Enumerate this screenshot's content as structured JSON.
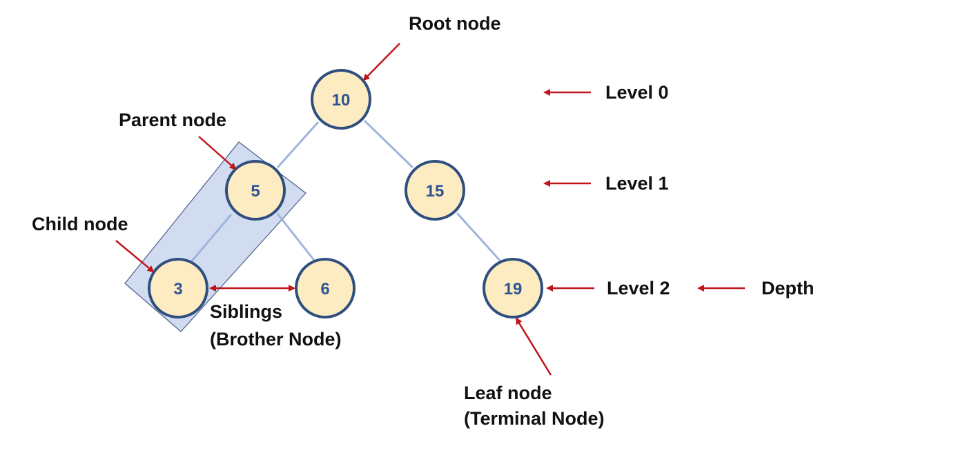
{
  "colors": {
    "node_fill": "#fdebc2",
    "node_stroke": "#2f4f7f",
    "node_text": "#2e5494",
    "edge": "#9fb5dc",
    "arrow": "#c0141c",
    "highlight_fill": "#c9d6ee",
    "highlight_stroke": "#4a5f8a",
    "label": "#111111"
  },
  "nodes": {
    "n10": "10",
    "n5": "5",
    "n15": "15",
    "n3": "3",
    "n6": "6",
    "n19": "19"
  },
  "labels": {
    "root": "Root node",
    "parent": "Parent node",
    "child": "Child node",
    "siblings": "Siblings",
    "siblings_sub": "(Brother Node)",
    "leaf": "Leaf node",
    "leaf_sub": "(Terminal Node)",
    "level0": "Level 0",
    "level1": "Level 1",
    "level2": "Level 2",
    "depth": "Depth"
  }
}
